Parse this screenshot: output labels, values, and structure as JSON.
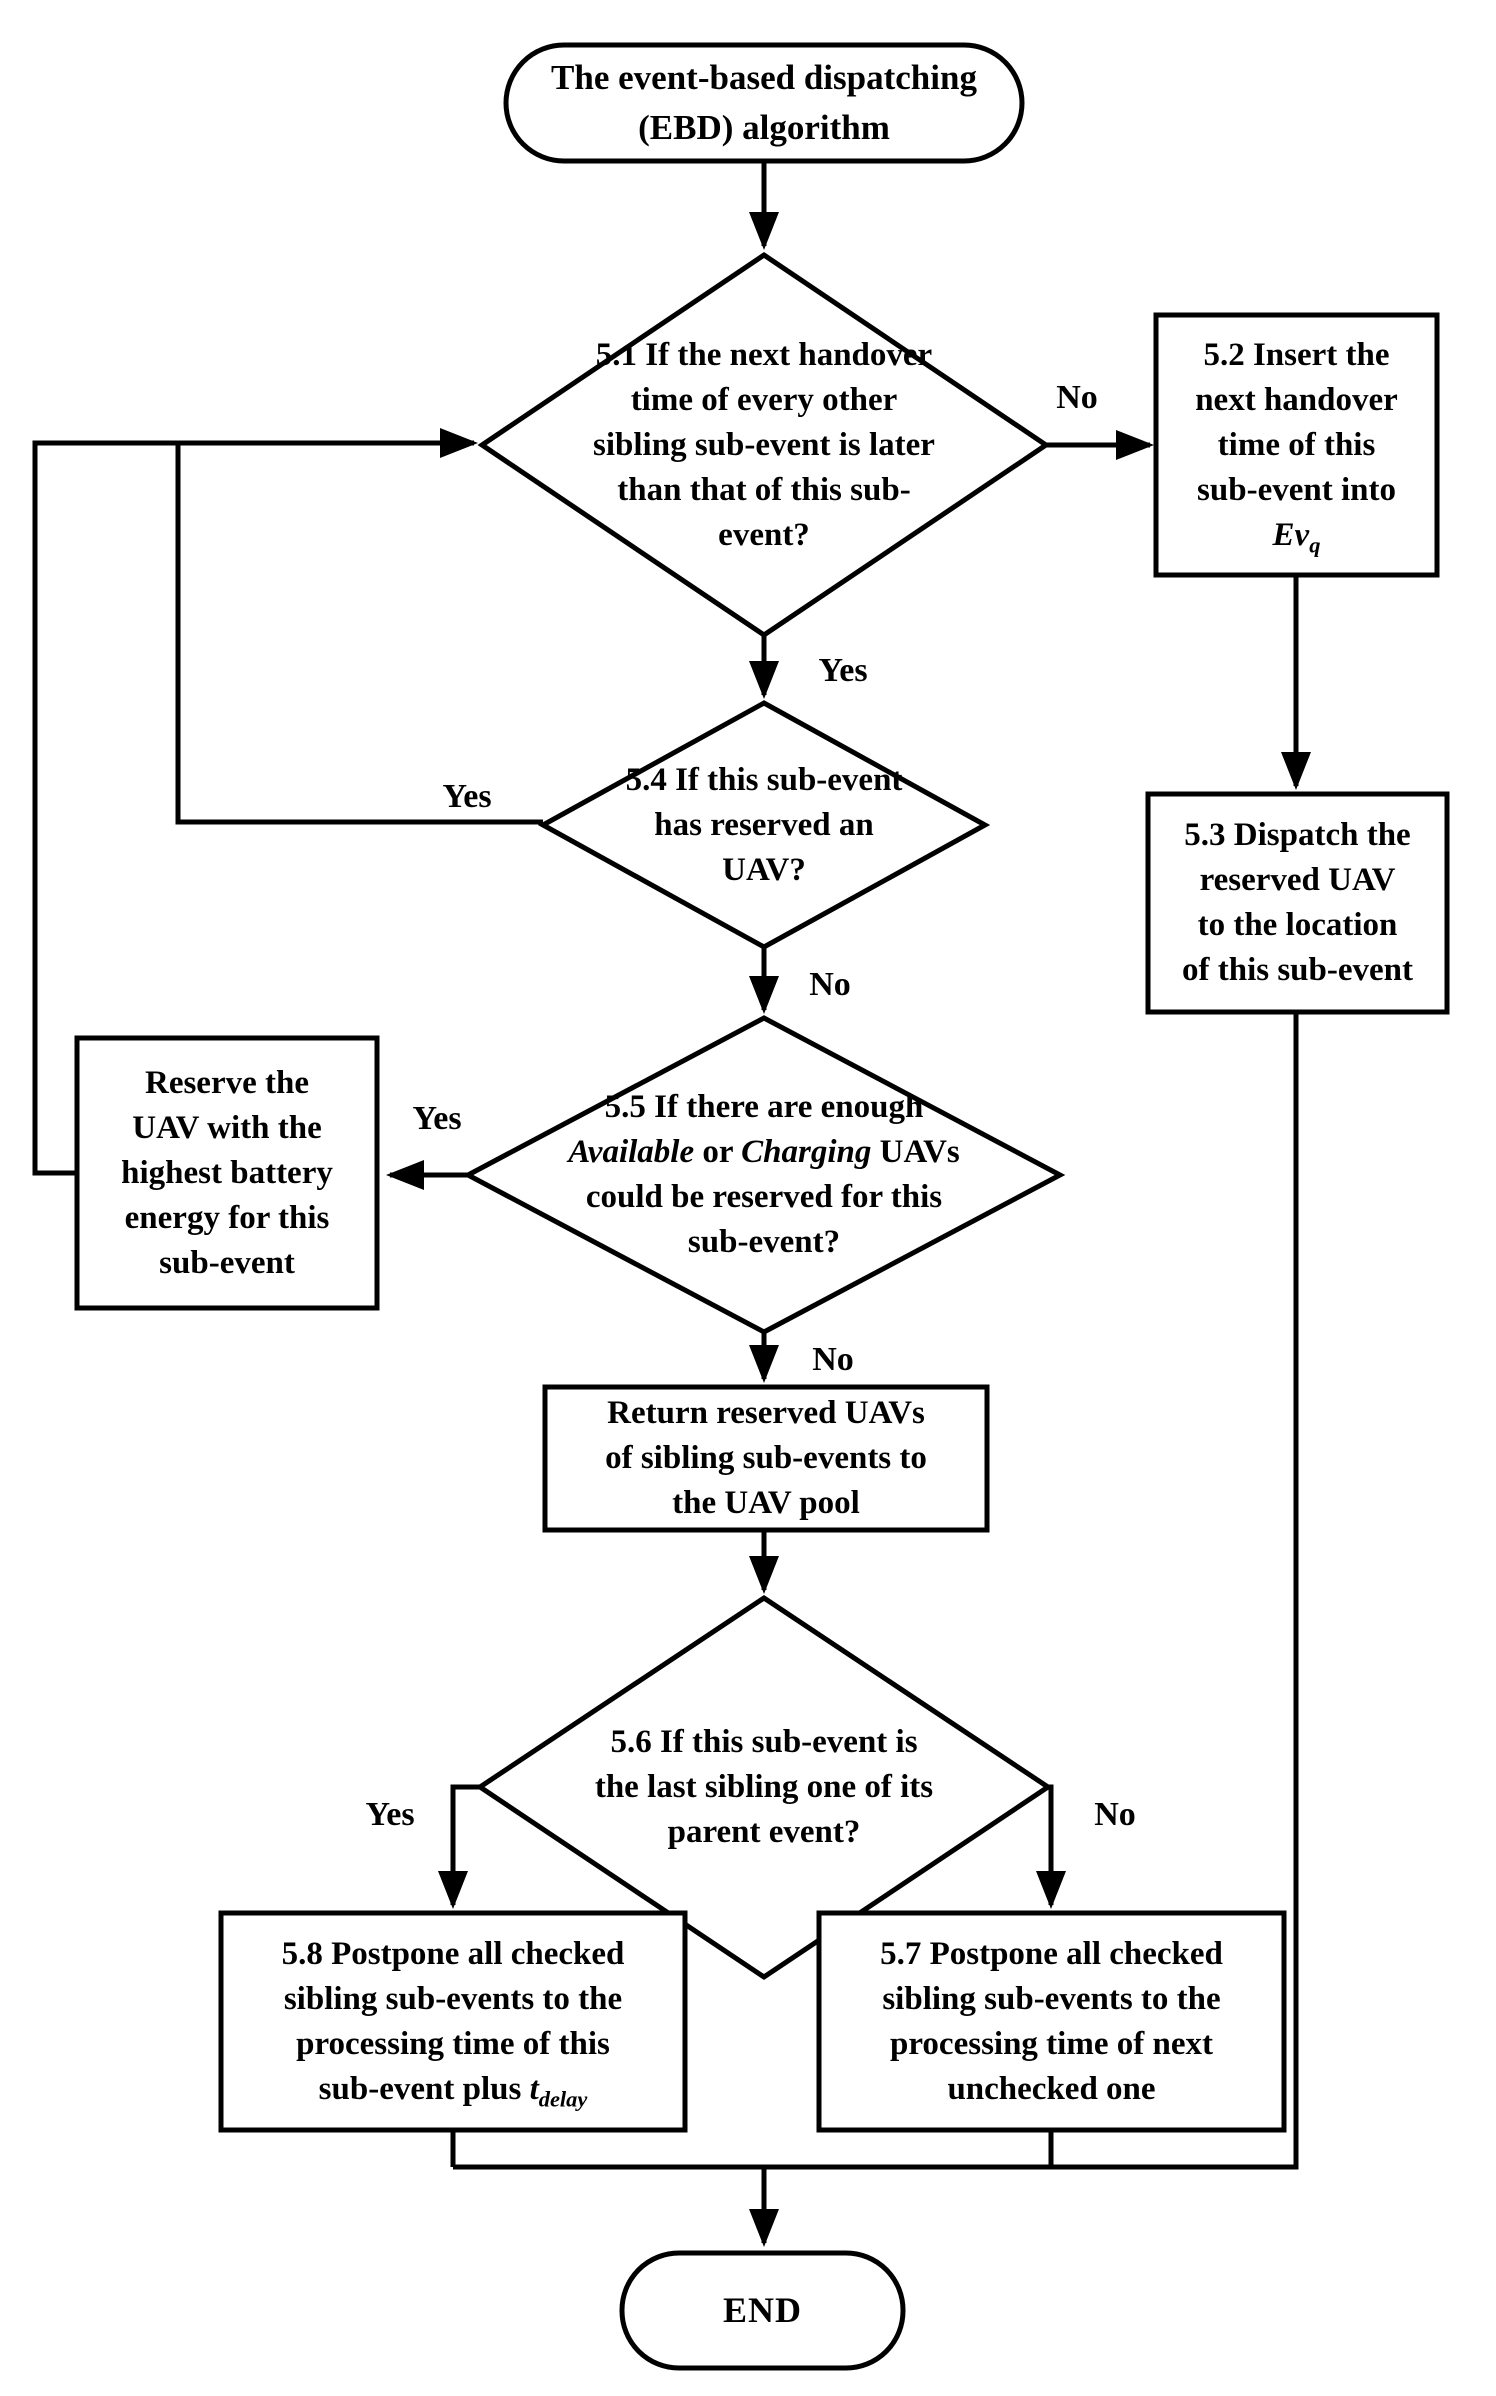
{
  "flowchart": {
    "start": {
      "line1": "The event-based dispatching",
      "line2": "(EBD) algorithm"
    },
    "d51": {
      "l1": "5.1 If the next handover",
      "l2": "time  of every other",
      "l3": "sibling sub-event is later",
      "l4": "than that of this sub-",
      "l5": "event?"
    },
    "b52": {
      "l1": "5.2 Insert the",
      "l2": "next handover",
      "l3": "time of this",
      "l4": "sub-event into",
      "var_base": "Ev",
      "var_sub": "q"
    },
    "b53": {
      "l1": "5.3 Dispatch the",
      "l2": "reserved UAV",
      "l3": "to the location",
      "l4": "of this sub-event"
    },
    "d54": {
      "l1": "5.4 If this sub-event",
      "l2": "has reserved an",
      "l3": "UAV?"
    },
    "d55": {
      "l1": "5.5 If there are enough",
      "l2_i1": "Available",
      "l2_mid": " or ",
      "l2_i2": "Charging",
      "l2_rest": " UAVs",
      "l3": "could be reserved for this",
      "l4": "sub-event?"
    },
    "reserve": {
      "l1": "Reserve the",
      "l2": "UAV with the",
      "l3": "highest battery",
      "l4": "energy for this",
      "l5": "sub-event"
    },
    "return_box": {
      "l1": "Return reserved UAVs",
      "l2": "of sibling sub-events to",
      "l3": "the UAV pool"
    },
    "d56": {
      "l1": "5.6 If this sub-event is",
      "l2": "the last sibling one of its",
      "l3": "parent event?"
    },
    "b58": {
      "l1": "5.8 Postpone all checked",
      "l2": "sibling sub-events to the",
      "l3": "processing time of this",
      "l4": "sub-event plus ",
      "var_base": "t",
      "var_sub": "delay"
    },
    "b57": {
      "l1": "5.7 Postpone all checked",
      "l2": "sibling sub-events to the",
      "l3": "processing time of next",
      "l4": "unchecked one"
    },
    "end": {
      "label": "END"
    },
    "edges": {
      "e51_no": "No",
      "e51_yes": "Yes",
      "e54_yes": "Yes",
      "e54_no": "No",
      "e55_yes": "Yes",
      "e55_no": "No",
      "e56_yes": "Yes",
      "e56_no": "No"
    },
    "colors": {
      "stroke": "#000000",
      "fill": "#ffffff"
    }
  }
}
